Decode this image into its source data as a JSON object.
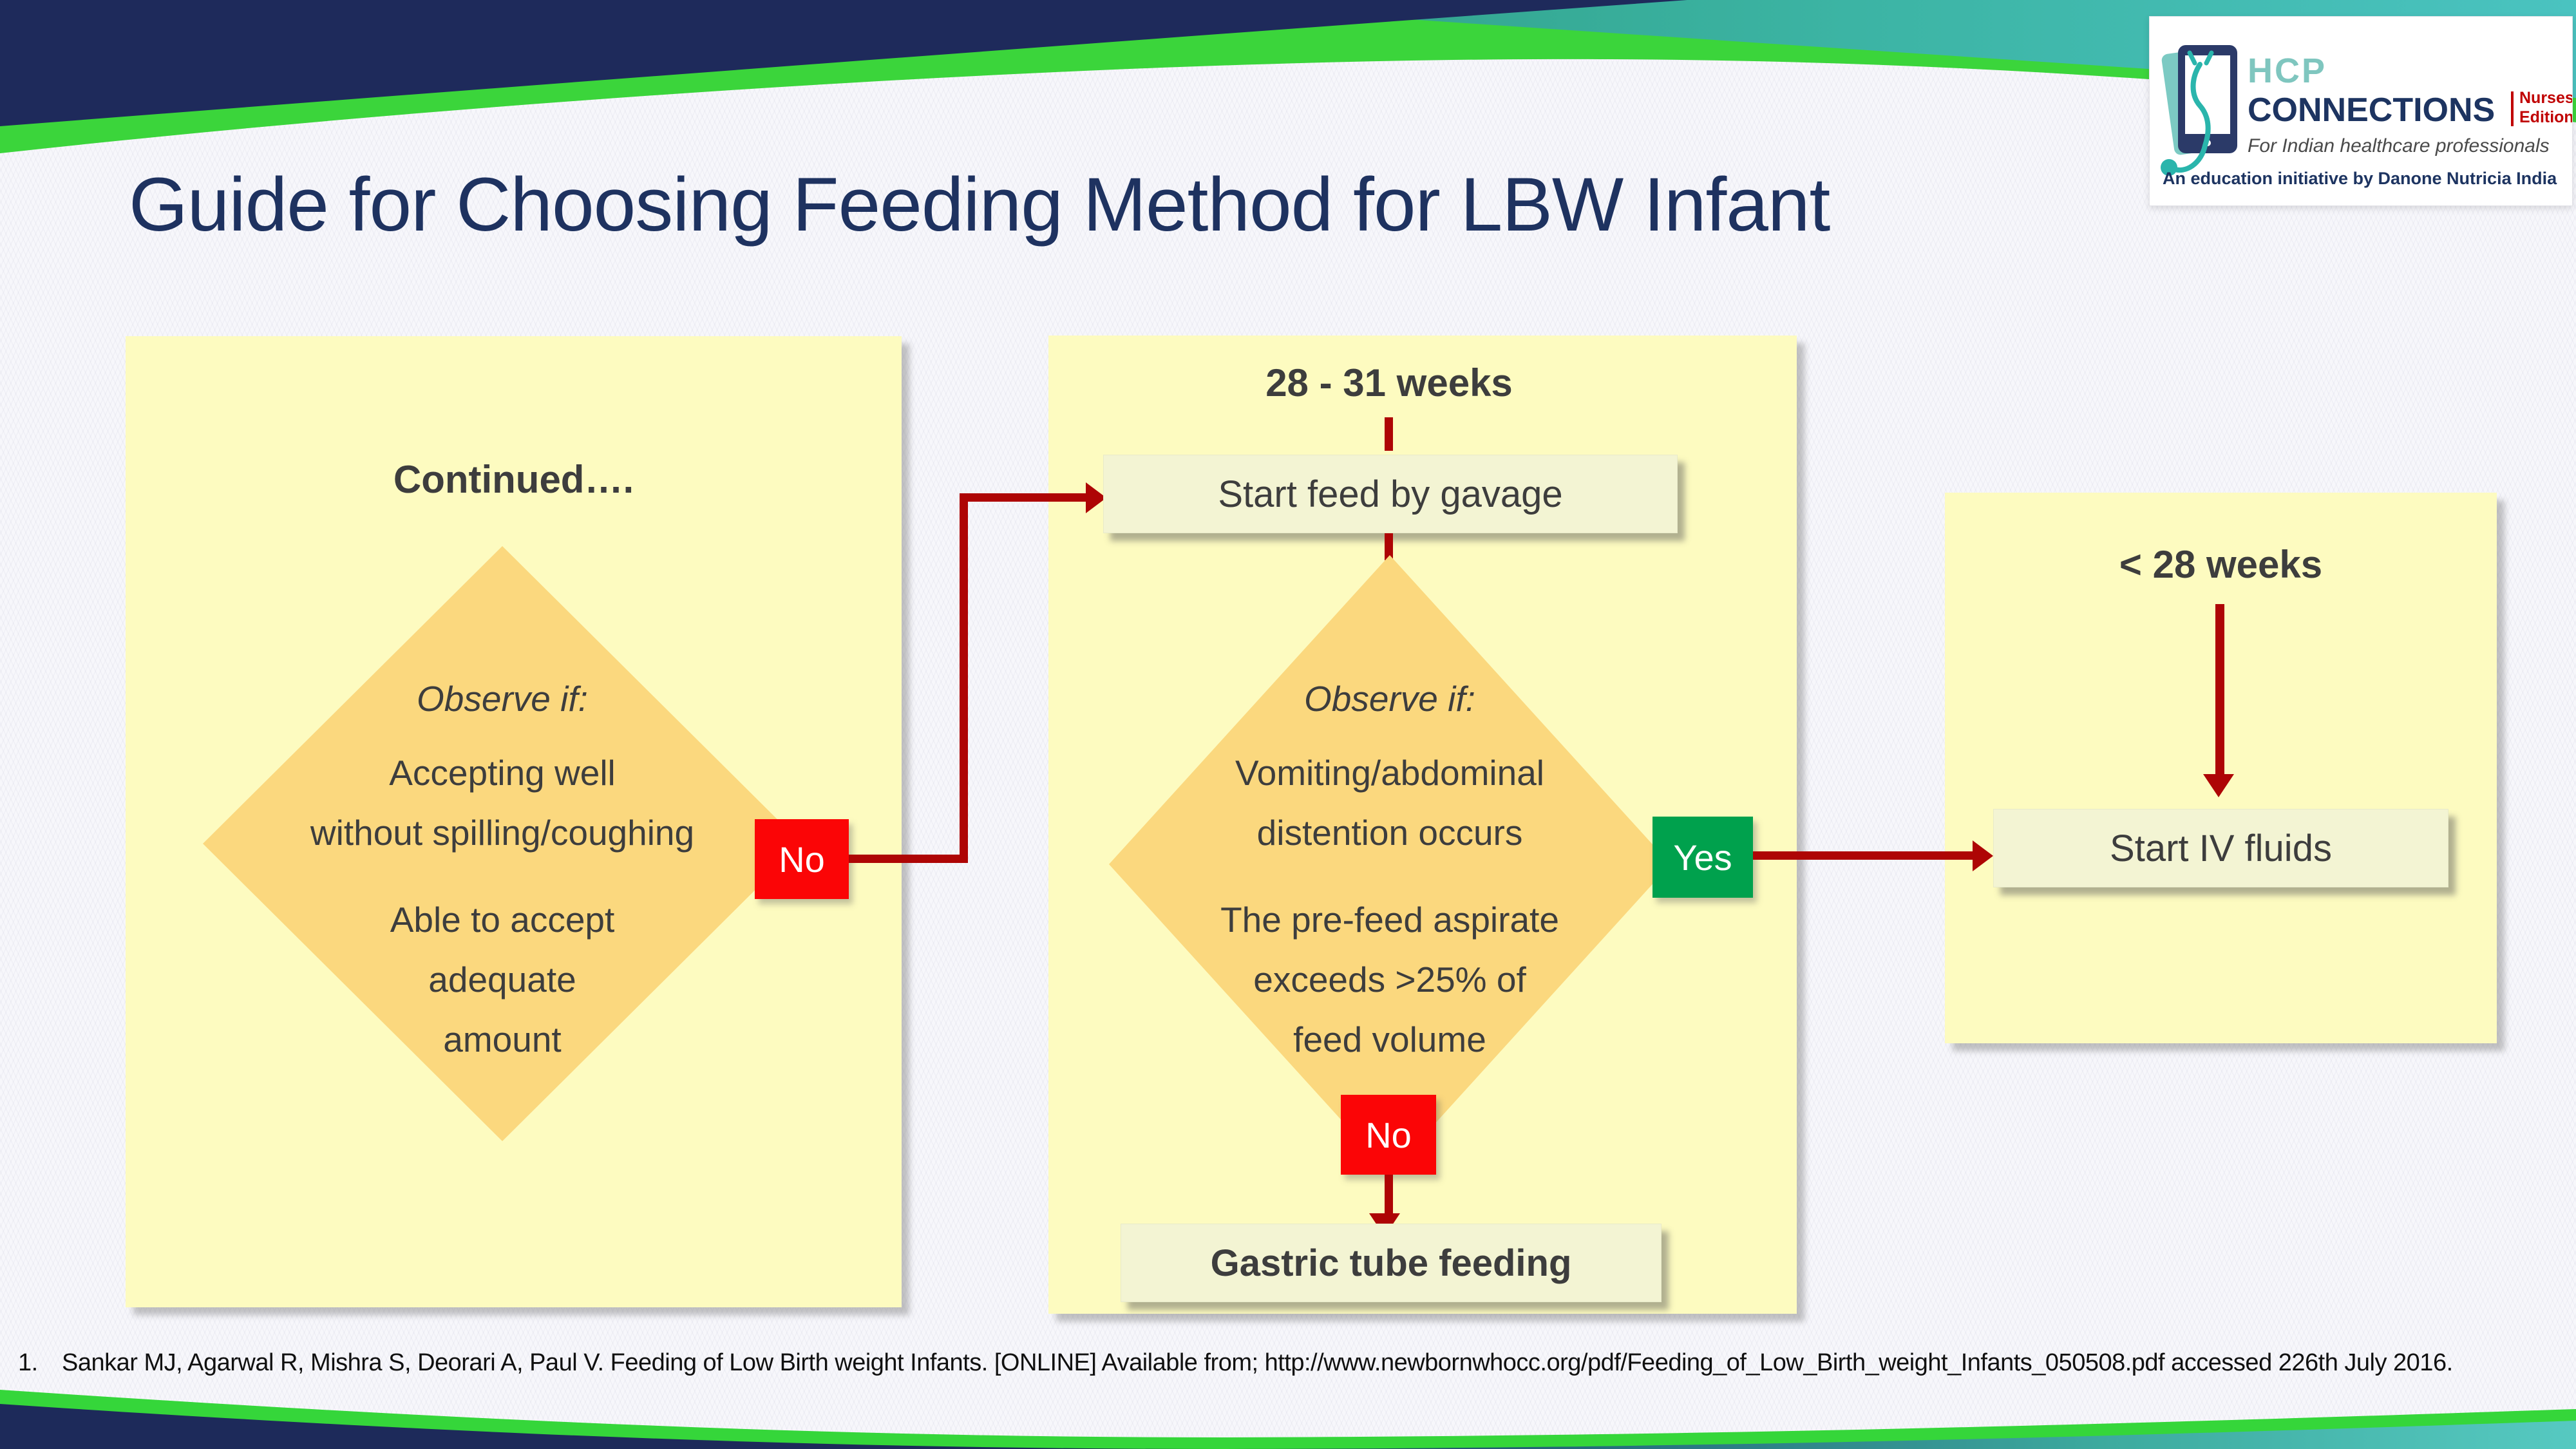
{
  "header": {
    "title": "Guide for Choosing Feeding Method for LBW Infant",
    "logo": {
      "name_top": "HCP",
      "name_bottom": "CONNECTIONS",
      "edition_line1": "Nurses’",
      "edition_line2": "Edition",
      "tagline": "For Indian healthcare professionals",
      "initiative": "An education initiative by Danone Nutricia India"
    }
  },
  "flow": {
    "left_panel": {
      "heading": "Continued….",
      "diamond": {
        "prompt": "Observe if:",
        "lines": [
          "Accepting well",
          "without spilling/coughing",
          "Able to accept",
          "adequate",
          "amount"
        ]
      },
      "no_label": "No"
    },
    "middle_panel": {
      "heading": "28 - 31 weeks",
      "gavage_label": "Start feed by gavage",
      "diamond": {
        "prompt": "Observe if:",
        "lines": [
          "Vomiting/abdominal",
          "distention occurs",
          "The pre-feed aspirate",
          "exceeds >25% of",
          "feed volume"
        ]
      },
      "yes_label": "Yes",
      "no_label": "No",
      "gastric_label": "Gastric tube feeding"
    },
    "right_panel": {
      "heading": "< 28 weeks",
      "iv_label": "Start IV fluids"
    }
  },
  "footer": {
    "ref_number": "1.",
    "citation": "Sankar MJ, Agarwal R, Mishra S, Deorari A, Paul V. Feeding of Low Birth weight Infants. [ONLINE] Available from; http://www.newbornwhocc.org/pdf/Feeding_of_Low_Birth_weight_Infants_050508.pdf accessed 226th July 2016."
  },
  "colors": {
    "navy": "#1e2a5b",
    "bright_green": "#3bd53b",
    "teal": "#3fb3a5",
    "panel_yellow": "#fdfbc0",
    "diamond_orange": "#fbd87e",
    "action_box": "#f3f4d3",
    "no_red": "#fb0506",
    "yes_green": "#00a14d",
    "arrow_red": "#ae0505",
    "title_navy": "#1e3260"
  }
}
